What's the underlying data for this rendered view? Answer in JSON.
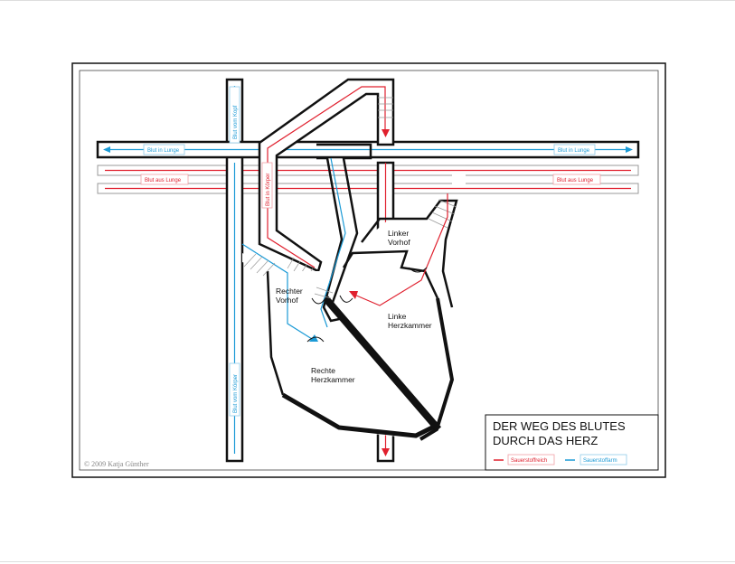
{
  "title_line1": "DER WEG DES BLUTES",
  "title_line2": "DURCH DAS HERZ",
  "legend": {
    "oxygen_rich": {
      "label": "Sauerstoffreich",
      "color": "#e0202e"
    },
    "oxygen_poor": {
      "label": "Sauerstoffarm",
      "color": "#1a9ad6"
    }
  },
  "labels": {
    "blood_from_head": "Blut vom Kopf",
    "blood_to_lung_left": "Blut in Lunge",
    "blood_to_lung_right": "Blut in Lunge",
    "blood_from_lung_left": "Blut aus Lunge",
    "blood_from_lung_right": "Blut aus Lunge",
    "blood_to_body": "Blut in Körper",
    "blood_from_body": "Blut vom Körper",
    "right_atrium": [
      "Rechter",
      "Vorhof"
    ],
    "left_atrium": [
      "Linker",
      "Vorhof"
    ],
    "right_ventricle": [
      "Rechte",
      "Herzkammer"
    ],
    "left_ventricle": [
      "Linke",
      "Herzkammer"
    ]
  },
  "copyright": "© 2009 Katja Günther"
}
